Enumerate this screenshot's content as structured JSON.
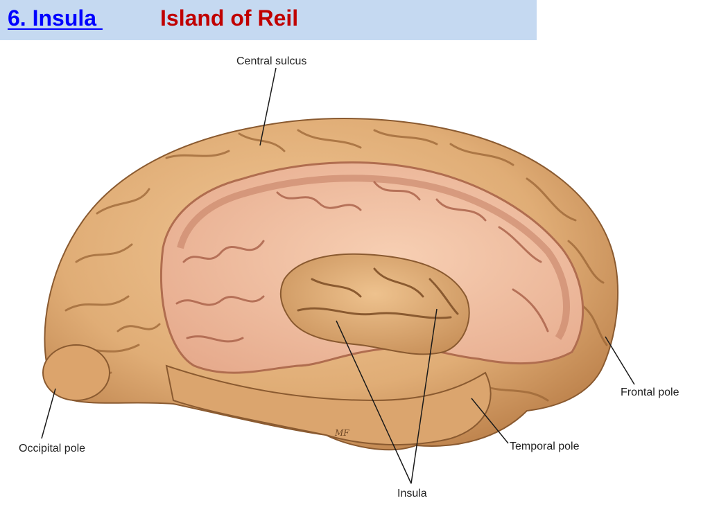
{
  "slide": {
    "title": "6. Insula ",
    "subtitle": "Island of Reil"
  },
  "figure": {
    "labels": {
      "central_sulcus": "Central sulcus",
      "frontal_pole": "Frontal pole",
      "temporal_pole": "Temporal pole",
      "occipital_pole": "Occipital pole",
      "insula": "Insula"
    },
    "signature": "MF"
  },
  "colors": {
    "title_bar": "#c5d9f1",
    "title": "#0000ff",
    "subtitle": "#c00000",
    "cortex": "#e0b07a",
    "cortex_shadow": "#a96d3c",
    "medial_surface": "#f2c3a3",
    "medial_rim": "#c98a6e",
    "insula": "#dcaa72"
  }
}
